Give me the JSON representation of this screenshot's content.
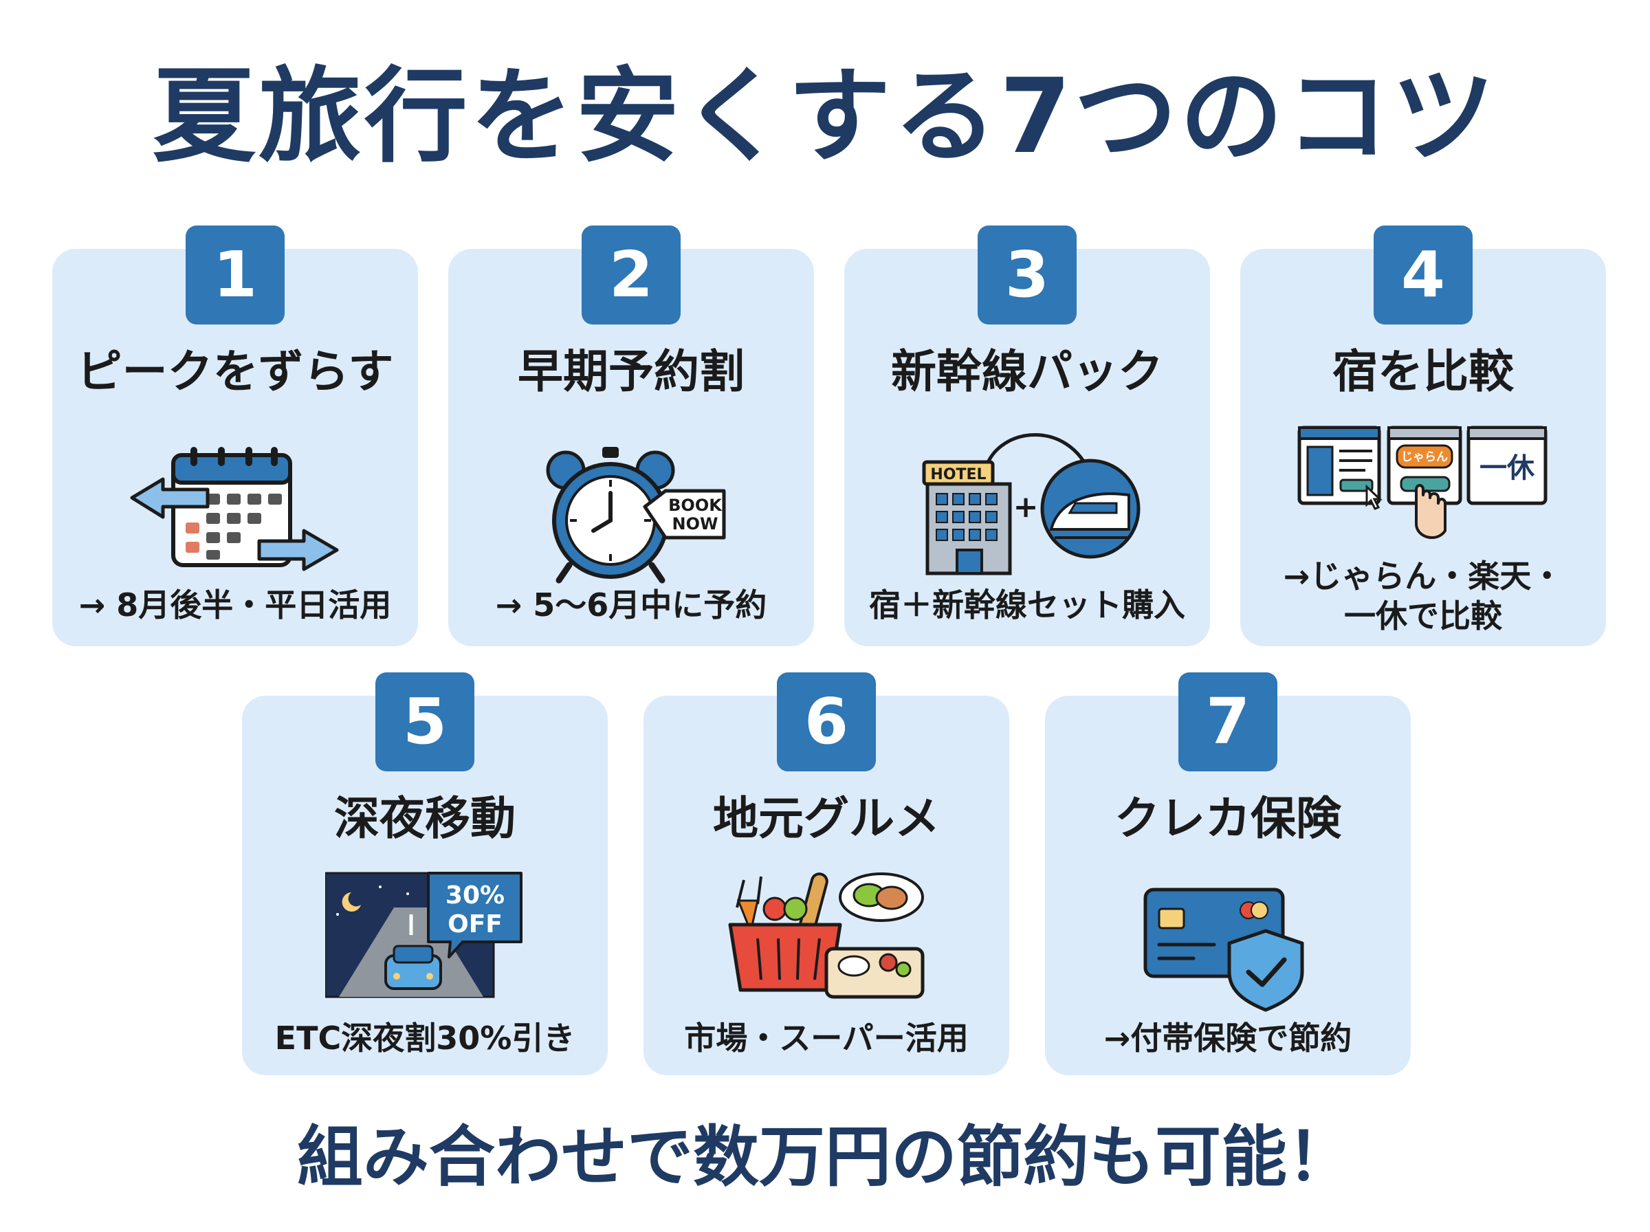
{
  "title": "夏旅行を安くする7つのコツ",
  "tips": [
    {
      "number": "1",
      "title": "ピークをずらす",
      "desc": "→ 8月後半・平日活用"
    },
    {
      "number": "2",
      "title": "早期予約割",
      "desc": "→ 5〜6月中に予約",
      "icon_text": [
        "BOOK",
        "NOW"
      ]
    },
    {
      "number": "3",
      "title": "新幹線パック",
      "desc": "宿＋新幹線セット購入",
      "icon_text": "HOTEL"
    },
    {
      "number": "4",
      "title": "宿を比較",
      "desc_lines": [
        "→じゃらん・楽天・",
        "一休で比較"
      ],
      "icon_text": [
        "じゃらん",
        "一休"
      ]
    },
    {
      "number": "5",
      "title": "深夜移動",
      "desc": "ETC深夜割30%引き",
      "icon_text": [
        "30%",
        "OFF"
      ]
    },
    {
      "number": "6",
      "title": "地元グルメ",
      "desc": "市場・スーパー活用"
    },
    {
      "number": "7",
      "title": "クレカ保険",
      "desc": "→付帯保険で節約"
    }
  ],
  "footer": "組み合わせで数万円の節約も可能！",
  "colors": {
    "navy": "#1f3b63",
    "badge": "#2f77b5",
    "card": "#dcebfa"
  }
}
